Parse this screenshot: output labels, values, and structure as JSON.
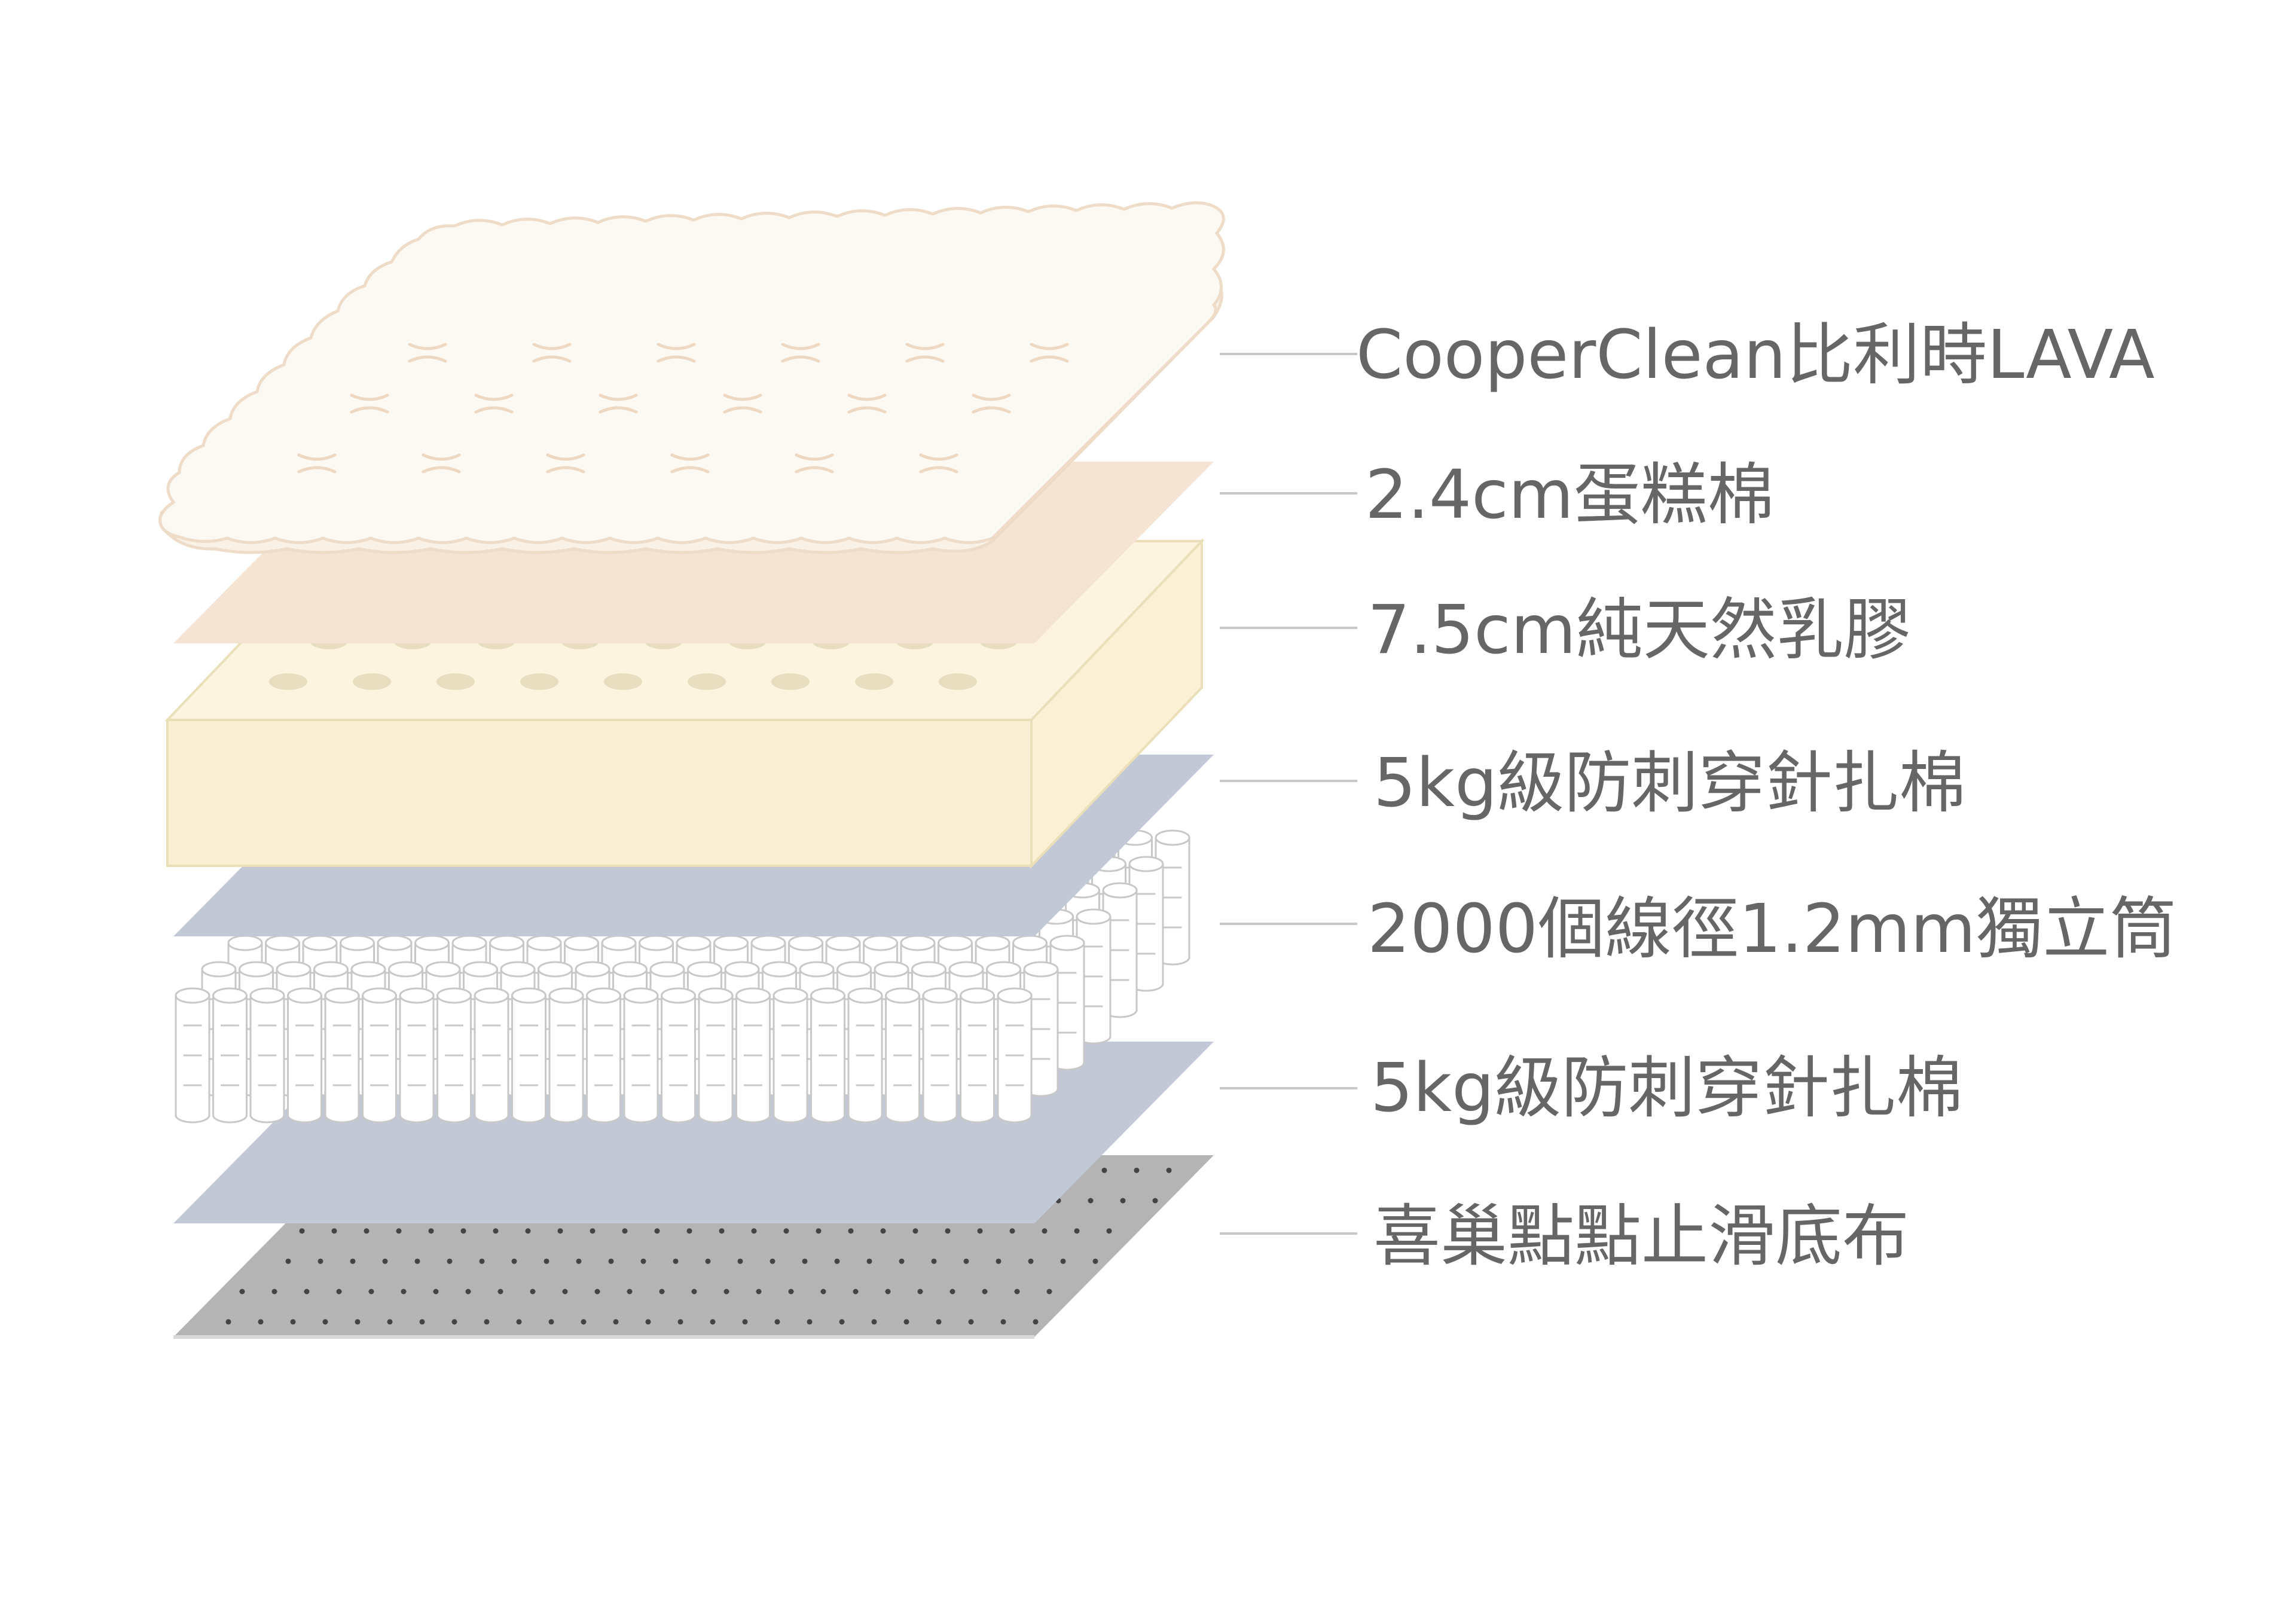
{
  "colors": {
    "background": "#ffffff",
    "text": "#666666",
    "leader_line": "#c8c8c8",
    "quilt_top": "#fcf8f2",
    "quilt_edge": "#efdcc8",
    "quilt_stitch": "#eed8c2",
    "egg_foam": "#f5e4d4",
    "latex_top": "#fcf4de",
    "latex_side": "#faefd2",
    "latex_edge": "#eadfb8",
    "latex_hole": "#e8ddbe",
    "felt": "#c3c8d6",
    "coil": "#ffffff",
    "coil_line": "#c8c8c8",
    "base_fabric": "#b4b4b4",
    "base_dot": "#444444"
  },
  "layers": [
    {
      "id": "cover",
      "label": "CooperClean比利時LAVA"
    },
    {
      "id": "egg-foam",
      "label": "2.4cm蛋糕棉"
    },
    {
      "id": "latex",
      "label": "7.5cm純天然乳膠"
    },
    {
      "id": "felt-top",
      "label": "5kg級防刺穿針扎棉"
    },
    {
      "id": "coils",
      "label": "2000個線徑1.2mm獨立筒"
    },
    {
      "id": "felt-bottom",
      "label": "5kg級防刺穿針扎棉"
    },
    {
      "id": "base",
      "label": "喜巢點點止滑底布"
    }
  ]
}
